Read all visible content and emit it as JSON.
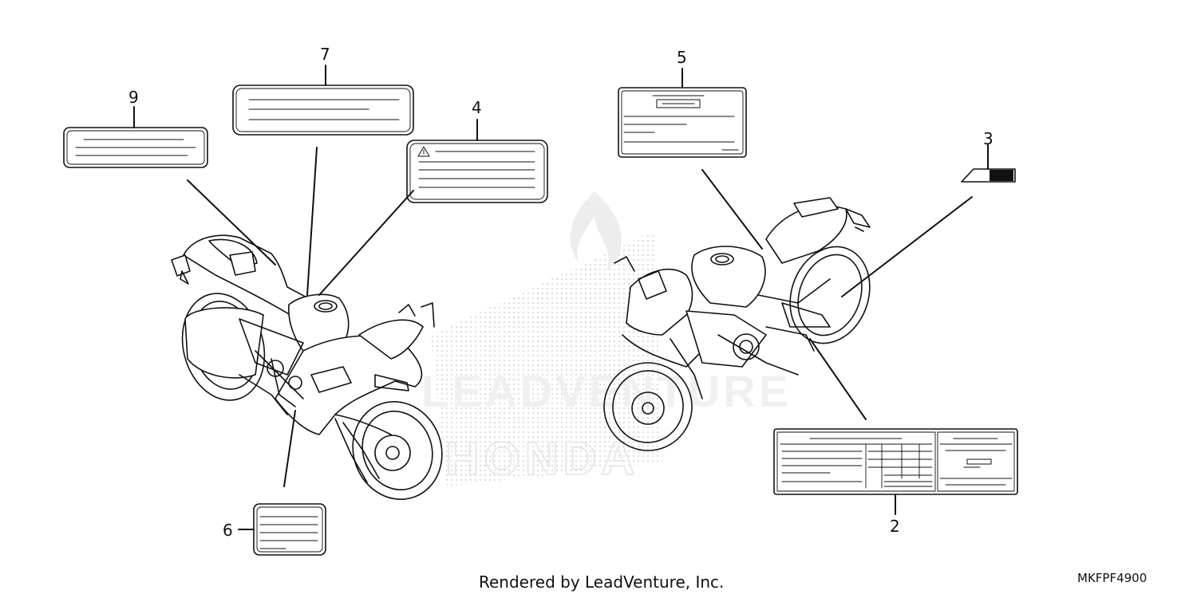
{
  "callouts": {
    "c2": "2",
    "c3": "3",
    "c4": "4",
    "c5": "5",
    "c6": "6",
    "c7": "7",
    "c9": "9"
  },
  "footer": {
    "credit": "Rendered by LeadVenture, Inc.",
    "diagram_code": "MKFPF4900"
  },
  "watermark": {
    "brand_text": "LEADVENTURE",
    "maker_text": "HONDA"
  }
}
